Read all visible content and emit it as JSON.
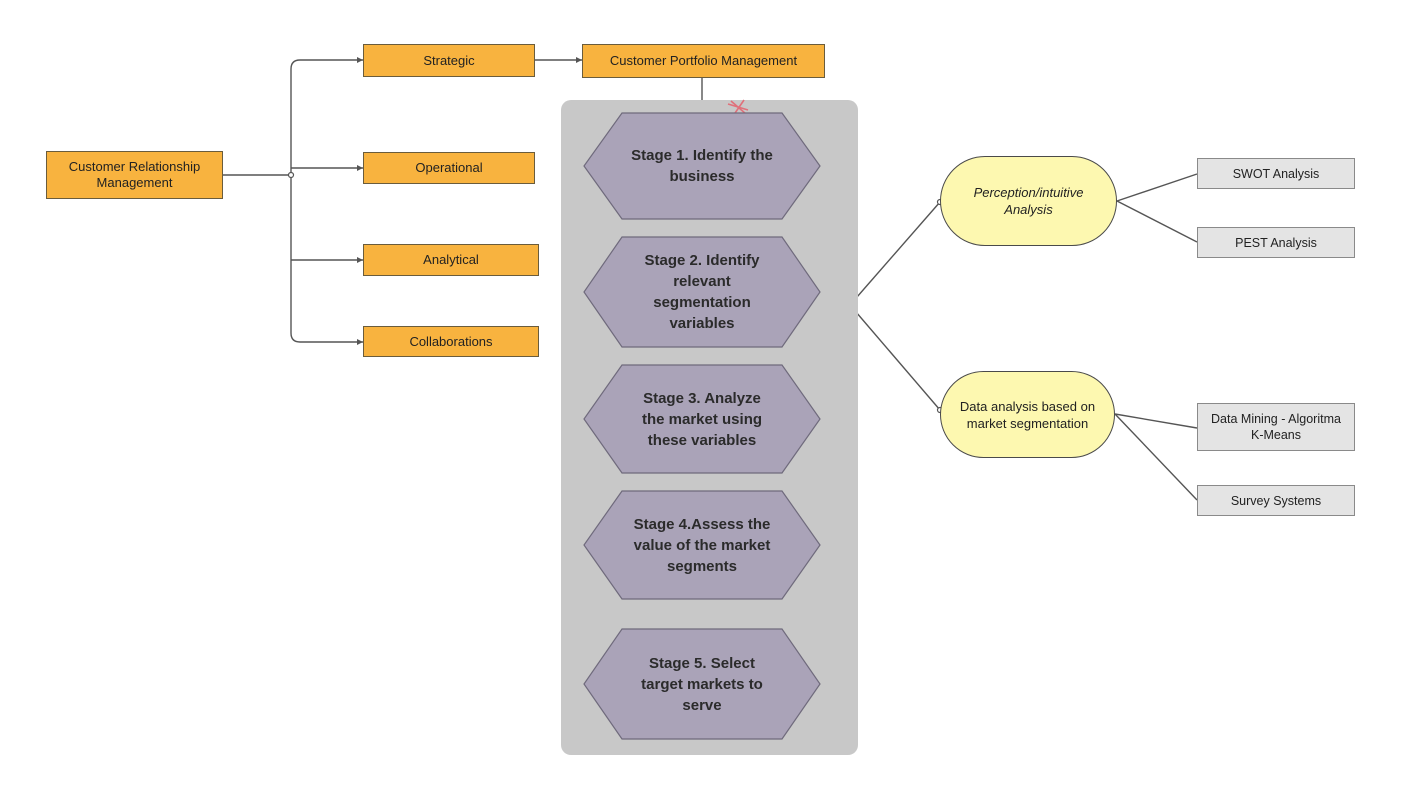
{
  "crm": {
    "root": "Customer Relationship Management"
  },
  "branches": {
    "strategic": "Strategic",
    "operational": "Operational",
    "analytical": "Analytical",
    "collaborations": "Collaborations"
  },
  "portfolio": {
    "title": "Customer Portfolio Management"
  },
  "stages": [
    "Stage 1. Identify the business",
    "Stage 2. Identify relevant segmentation variables",
    "Stage 3. Analyze the market using these variables",
    "Stage 4.Assess the value of the market segments",
    "Stage 5. Select target markets to serve"
  ],
  "analysis": {
    "perception": "Perception/intuitive Analysis",
    "data": "Data analysis based on market segmentation"
  },
  "tools": {
    "swot": "SWOT Analysis",
    "pest": "PEST Analysis",
    "mining": "Data Mining - Algoritma K-Means",
    "survey": "Survey Systems"
  },
  "colors": {
    "orange_box": "#f8b33f",
    "stage_hexagon": "#aaa3b8",
    "panel": "#c8c8c8",
    "oval": "#fdf8b0",
    "grey_box": "#e4e4e4"
  }
}
